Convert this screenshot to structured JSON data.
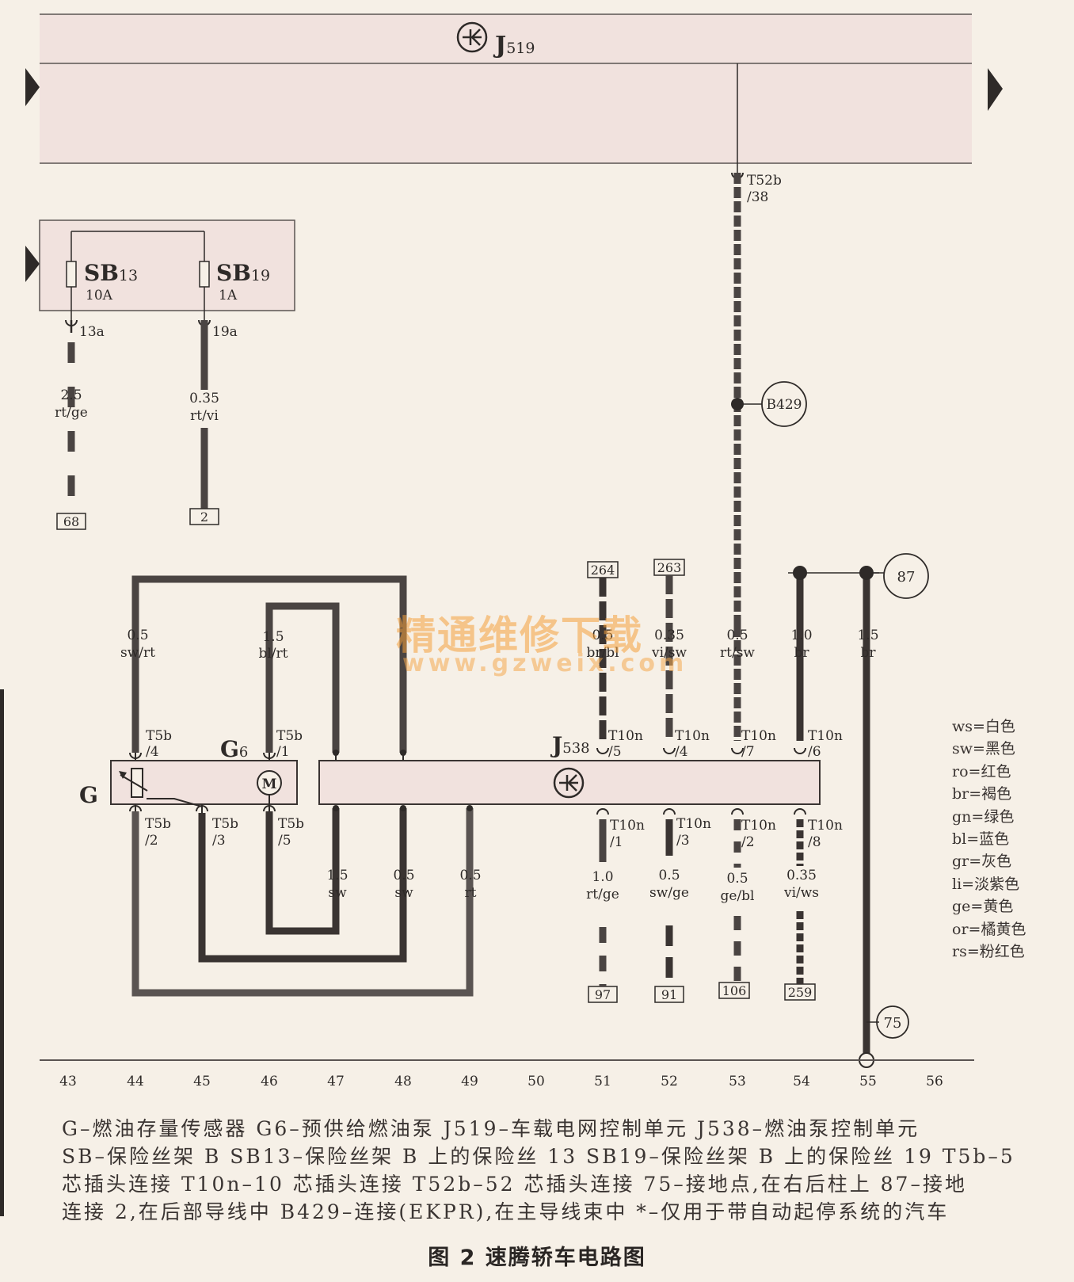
{
  "components": {
    "j519": {
      "name": "J",
      "sub": "519"
    },
    "sb13": {
      "name": "SB",
      "sub": "13",
      "rating": "10A"
    },
    "sb19": {
      "name": "SB",
      "sub": "19",
      "rating": "1A"
    },
    "g": {
      "name": "G"
    },
    "g6": {
      "name": "G",
      "sub": "6"
    },
    "j538": {
      "name": "J",
      "sub": "538"
    },
    "motor_symbol": "M"
  },
  "connectors": {
    "t52b_38": [
      "T52b",
      "/38"
    ],
    "sb13_out": "13a",
    "sb19_out": "19a",
    "t5b_4": [
      "T5b",
      "/4"
    ],
    "t5b_1": [
      "T5b",
      "/1"
    ],
    "t5b_2": [
      "T5b",
      "/2"
    ],
    "t5b_3": [
      "T5b",
      "/3"
    ],
    "t5b_5": [
      "T5b",
      "/5"
    ],
    "t10n_5": [
      "T10n",
      "/5"
    ],
    "t10n_4": [
      "T10n",
      "/4"
    ],
    "t10n_7": [
      "T10n",
      "/7"
    ],
    "t10n_6": [
      "T10n",
      "/6"
    ],
    "t10n_1": [
      "T10n",
      "/1"
    ],
    "t10n_3": [
      "T10n",
      "/3"
    ],
    "t10n_2": [
      "T10n",
      "/2"
    ],
    "t10n_8": [
      "T10n",
      "/8"
    ]
  },
  "nodes": {
    "b429": "B429",
    "n87": "87",
    "n75": "75"
  },
  "refs": {
    "r68": "68",
    "r2": "2",
    "r264": "264",
    "r263": "263",
    "r97": "97",
    "r91": "91",
    "r106": "106",
    "r259": "259"
  },
  "wires": {
    "w_sb13": [
      "2.5",
      "rt/ge"
    ],
    "w_sb19": [
      "0.35",
      "rt/vi"
    ],
    "w_44": [
      "0.5",
      "sw/rt"
    ],
    "w_46": [
      "1.5",
      "bl/rt"
    ],
    "w_51t": [
      "0.5",
      "br/bl"
    ],
    "w_52t": [
      "0.35",
      "vi/sw"
    ],
    "w_53t": [
      "0.5",
      "rt/sw"
    ],
    "w_54t": [
      "1.0",
      "br"
    ],
    "w_55t": [
      "1.5",
      "br"
    ],
    "w_47b": [
      "1.5",
      "sw"
    ],
    "w_48b": [
      "0.5",
      "sw"
    ],
    "w_49b": [
      "0.5",
      "rt"
    ],
    "w_51b": [
      "1.0",
      "rt/ge"
    ],
    "w_52b": [
      "0.5",
      "sw/ge"
    ],
    "w_53b": [
      "0.5",
      "ge/bl"
    ],
    "w_54b": [
      "0.35",
      "vi/ws"
    ]
  },
  "ruler": [
    "43",
    "44",
    "45",
    "46",
    "47",
    "48",
    "49",
    "50",
    "51",
    "52",
    "53",
    "54",
    "55",
    "56"
  ],
  "legend": [
    "ws=白色",
    "sw=黑色",
    "ro=红色",
    "br=褐色",
    "gn=绿色",
    "bl=蓝色",
    "gr=灰色",
    "li=淡紫色",
    "ge=黄色",
    "or=橘黄色",
    "rs=粉红色"
  ],
  "watermark": {
    "cn": "精通维修下载",
    "url": "www.gzweix.com"
  },
  "caption": [
    "G–燃油存量传感器   G6–预供给燃油泵   J519–车载电网控制单元   J538–燃油泵控制单元",
    "SB–保险丝架 B   SB13–保险丝架 B 上的保险丝 13   SB19–保险丝架 B 上的保险丝 19   T5b–5",
    "芯插头连接   T10n–10 芯插头连接   T52b–52 芯插头连接   75–接地点,在右后柱上   87–接地",
    "连接 2,在后部导线中   B429–连接(EKPR),在主导线束中   *–仅用于带自动起停系统的汽车"
  ],
  "figure_title": "图 2   速腾轿车电路图"
}
